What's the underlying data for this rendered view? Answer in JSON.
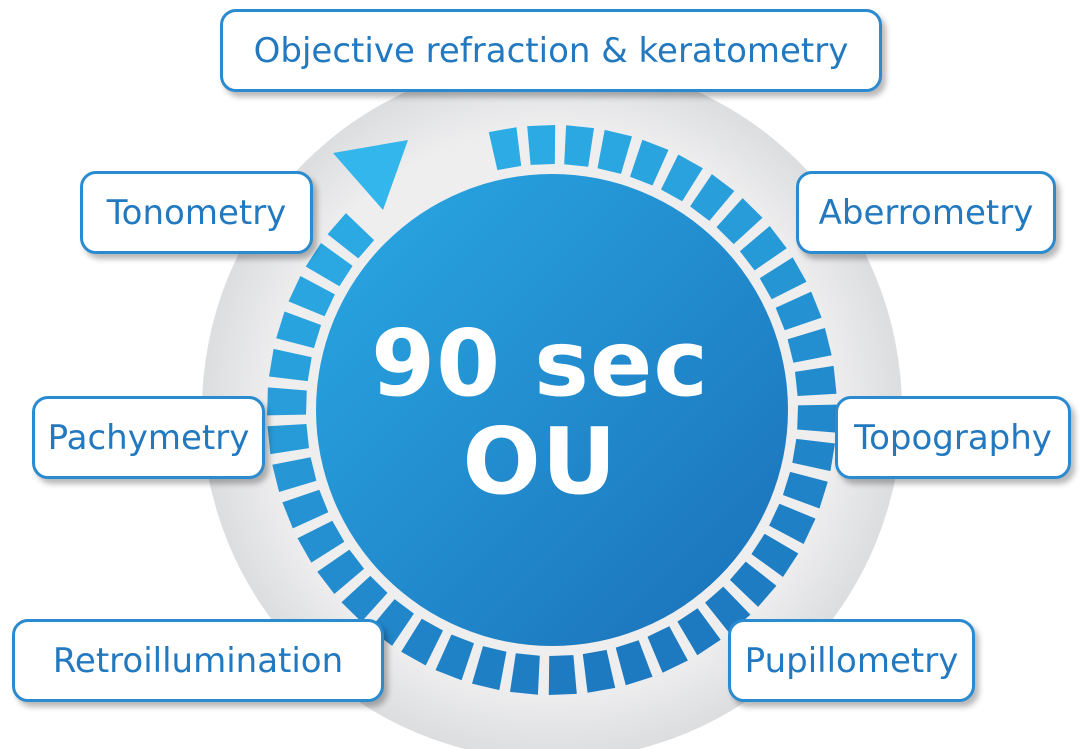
{
  "center": {
    "line1": "90 sec",
    "line2": "OU"
  },
  "labels": {
    "objective": "Objective refraction & keratometry",
    "tonometry": "Tonometry",
    "aberrometry": "Aberrometry",
    "pachymetry": "Pachymetry",
    "topography": "Topography",
    "retroillumination": "Retroillumination",
    "pupillometry": "Pupillometry"
  },
  "colors": {
    "ring_background": "#e6e7e8",
    "dial_light": "#2aa9e4",
    "dial_dark": "#1a6fb8",
    "segment_light": "#2eb3ea",
    "segment_dark": "#1b72bb",
    "label_border": "#2a8bd0",
    "label_text": "#2279c0",
    "center_text": "#ffffff"
  }
}
